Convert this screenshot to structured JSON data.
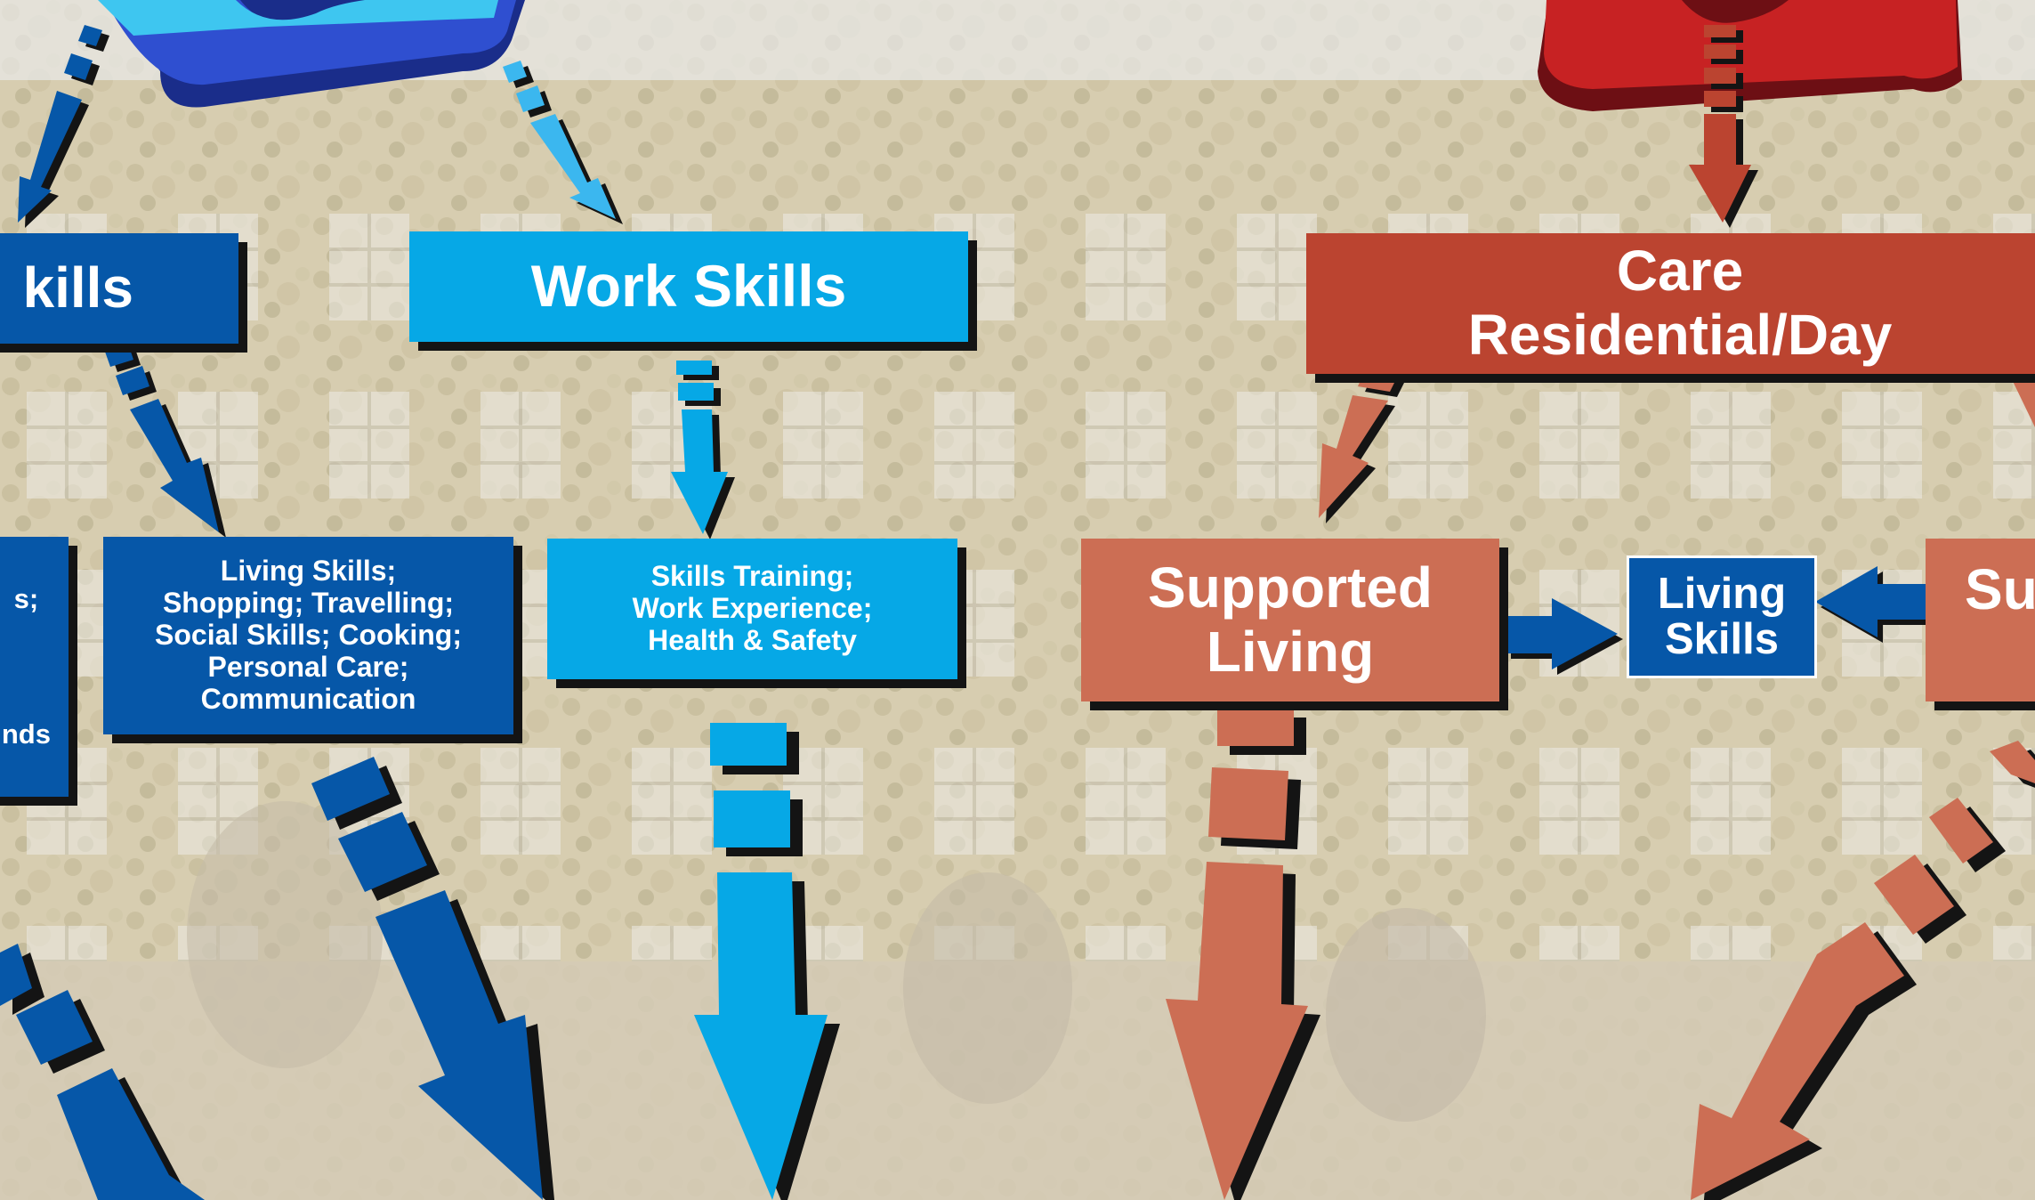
{
  "nodes": {
    "skills_partial": {
      "text": "kills"
    },
    "work_skills": {
      "text": "Work Skills"
    },
    "care": {
      "text": "Care\nResidential/Day"
    },
    "left_partial": {
      "text": "s;\n\n\n\nnds"
    },
    "living_skills_list": {
      "text": "Living Skills;\nShopping; Travelling;\nSocial Skills; Cooking;\nPersonal Care;\nCommunication"
    },
    "work_training": {
      "text": "Skills Training;\nWork Experience;\nHealth & Safety"
    },
    "supported_living": {
      "text": "Supported\nLiving"
    },
    "living_skills": {
      "text": "Living\nSkills"
    },
    "right_partial": {
      "text": "Su"
    }
  },
  "colors": {
    "dark_blue": "#0657a8",
    "light_blue": "#06a8e6",
    "brick_red": "#bb4430",
    "salmon": "#cc6e54",
    "shadow": "#141414"
  }
}
